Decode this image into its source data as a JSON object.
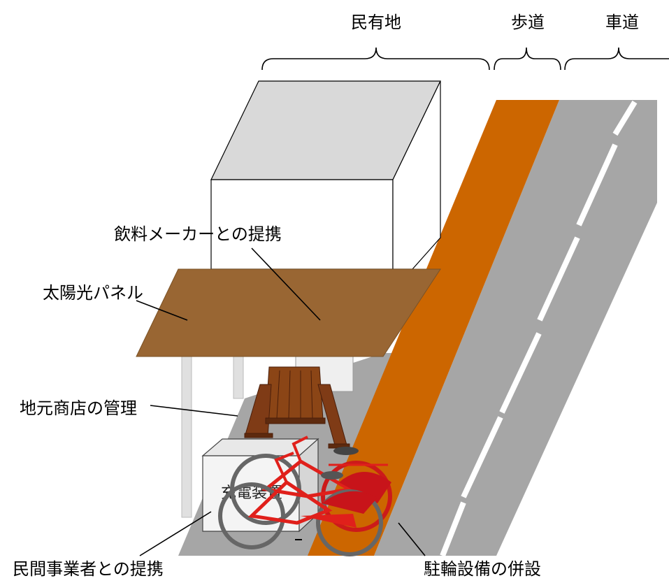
{
  "zones": {
    "private_land": "民有地",
    "sidewalk": "歩道",
    "roadway": "車道"
  },
  "labels": {
    "drink_maker": "飲料メーカーとの提携",
    "solar_panel": "太陽光パネル",
    "local_shop": "地元商店の管理",
    "private_operator": "民間事業者との提携",
    "bicycle_parking": "駐輪設備の併設"
  },
  "charging_unit_label": "充電装置",
  "colors": {
    "sidewalk": "#CC6600",
    "roadway": "#A6A6A6",
    "solar_panel": "#996633",
    "building_roof": "#D9D9D9",
    "bench": "#7F3B16",
    "bicycle": "#E0201B"
  }
}
